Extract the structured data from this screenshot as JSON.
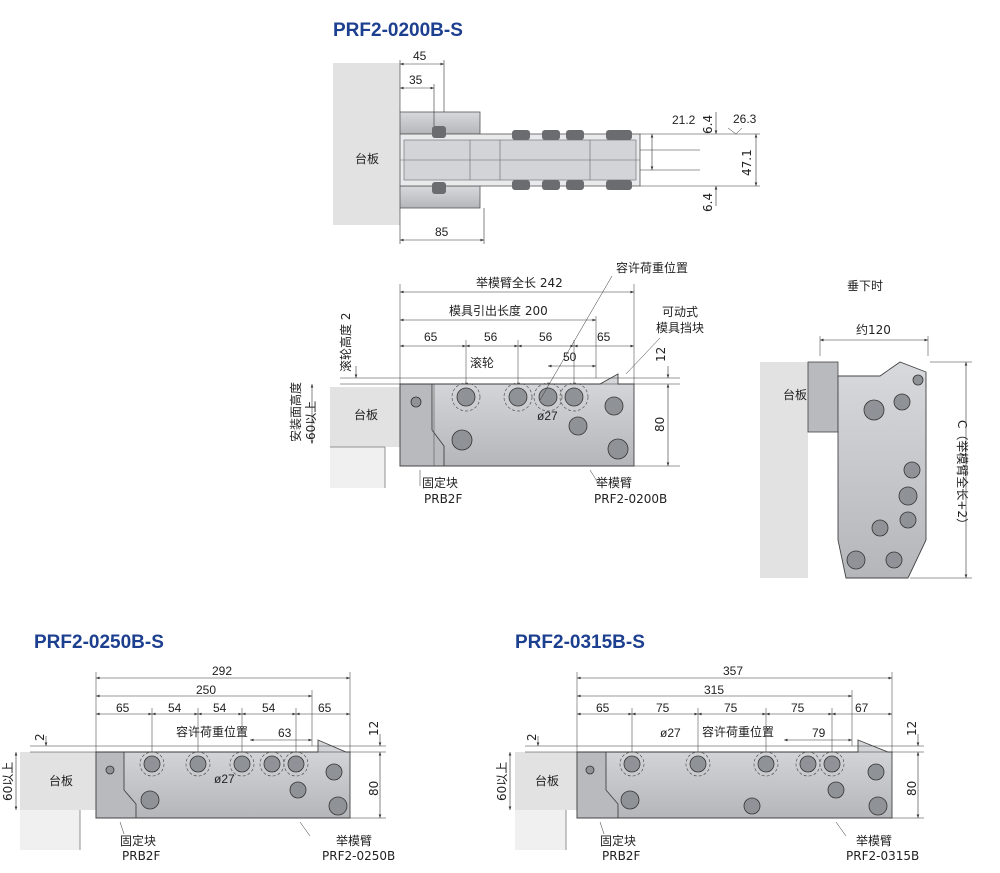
{
  "titles": {
    "s200": "PRF2-0200B-S",
    "s250": "PRF2-0250B-S",
    "s315": "PRF2-0315B-S"
  },
  "top_view": {
    "plate": "台板",
    "dims": [
      "45",
      "35",
      "85",
      "21.2",
      "6.4",
      "26.3",
      "47.1",
      "6.4"
    ]
  },
  "side_200": {
    "plate": "台板",
    "arm_total": "举模臂全长 242",
    "mold_out": "模具引出长度 200",
    "load_pos": "容许荷重位置",
    "movable_1": "可动式",
    "movable_2": "模具挡块",
    "roller": "滚轮",
    "dia": "ø27",
    "spans": [
      "65",
      "56",
      "56",
      "65",
      "50"
    ],
    "h12": "12",
    "h80": "80",
    "roller_height": "滚轮高度 2",
    "install_1": "安装面高度",
    "install_2": "60以上",
    "fix_block": "固定块",
    "fix_model": "PRB2F",
    "arm": "举模臂",
    "arm_model": "PRF2-0200B"
  },
  "hang_view": {
    "title": "垂下时",
    "approx": "约120",
    "plate": "台板",
    "c_label": "C（举模臂全长+2）"
  },
  "side_250": {
    "plate": "台板",
    "total": "292",
    "span": "250",
    "spans": [
      "65",
      "54",
      "54",
      "54",
      "65"
    ],
    "load_pos": "容许荷重位置",
    "d63": "63",
    "dia": "ø27",
    "h12": "12",
    "h80": "80",
    "h2": "2",
    "h60": "60以上",
    "fix_block": "固定块",
    "fix_model": "PRB2F",
    "arm": "举模臂",
    "arm_model": "PRF2-0250B"
  },
  "side_315": {
    "plate": "台板",
    "total": "357",
    "span": "315",
    "spans": [
      "65",
      "75",
      "75",
      "75",
      "67"
    ],
    "load_pos": "容许荷重位置",
    "d79": "79",
    "dia": "ø27",
    "h12": "12",
    "h80": "80",
    "h2": "2",
    "h60": "60以上",
    "fix_block": "固定块",
    "fix_model": "PRB2F",
    "arm": "举模臂",
    "arm_model": "PRF2-0315B"
  },
  "colors": {
    "title": "#1c3f8f",
    "part": "#c6c8cc",
    "plate": "#e2e2e2"
  }
}
